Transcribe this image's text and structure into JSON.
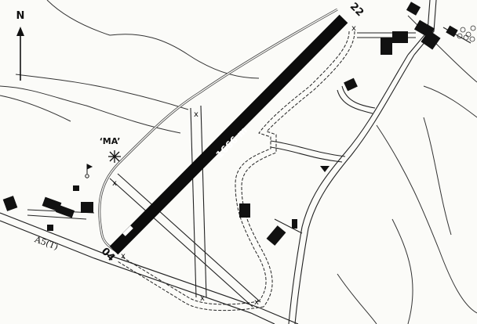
{
  "map": {
    "north_label": "N",
    "runway": {
      "length_label": "1666 m",
      "end_a_label": "04",
      "end_b_label": "22"
    },
    "landmark_label": "‘MA’",
    "road_label": "A5(T)",
    "taxiway_marker": "x",
    "icons": {
      "north": "north-arrow-icon",
      "landmark": "star-burst-icon",
      "golf": "flag-icon"
    }
  }
}
